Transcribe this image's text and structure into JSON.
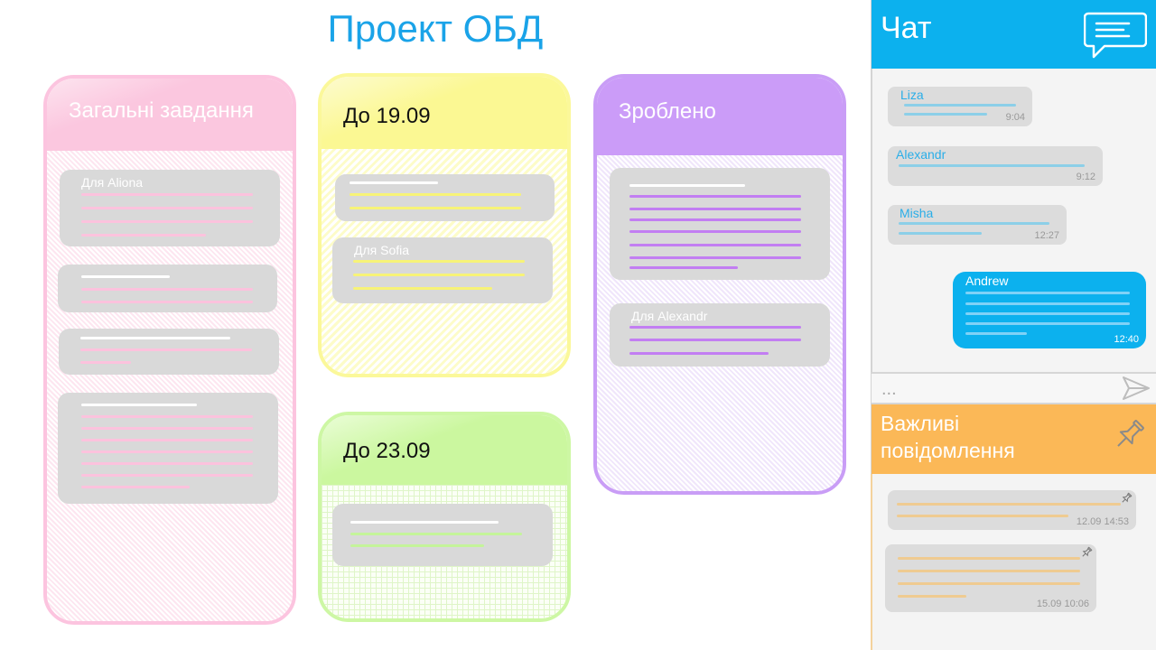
{
  "page": {
    "title": "Проект ОБД"
  },
  "boards": {
    "general": {
      "title": "Загальні завдання",
      "card_label": "Для Aliona"
    },
    "due_1909": {
      "title": "До 19.09",
      "card_label": "Для Sofia"
    },
    "due_2309": {
      "title": "До 23.09"
    },
    "done": {
      "title": "Зроблено",
      "card_label": "Для Alexandr"
    }
  },
  "chat": {
    "title": "Чат",
    "icon": "chat-bubble-icon",
    "messages": [
      {
        "author": "Liza",
        "time": "9:04"
      },
      {
        "author": "Alexandr",
        "time": "9:12"
      },
      {
        "author": "Misha",
        "time": "12:27"
      },
      {
        "author": "Andrew",
        "time": "12:40"
      }
    ],
    "input_value": "...",
    "send_icon": "send-icon"
  },
  "important": {
    "title": "Важливі повідомлення",
    "icon": "pin-icon",
    "notes": [
      {
        "time": "12.09 14:53"
      },
      {
        "time": "15.09 10:06"
      }
    ]
  },
  "colors": {
    "accent_blue": "#0cb1ee",
    "title_blue": "#1aa3e8",
    "orange": "#fbb857",
    "pink": "#fbc7df",
    "yellow": "#fbf893",
    "green": "#cbf79f",
    "purple": "#cb9cf8"
  }
}
